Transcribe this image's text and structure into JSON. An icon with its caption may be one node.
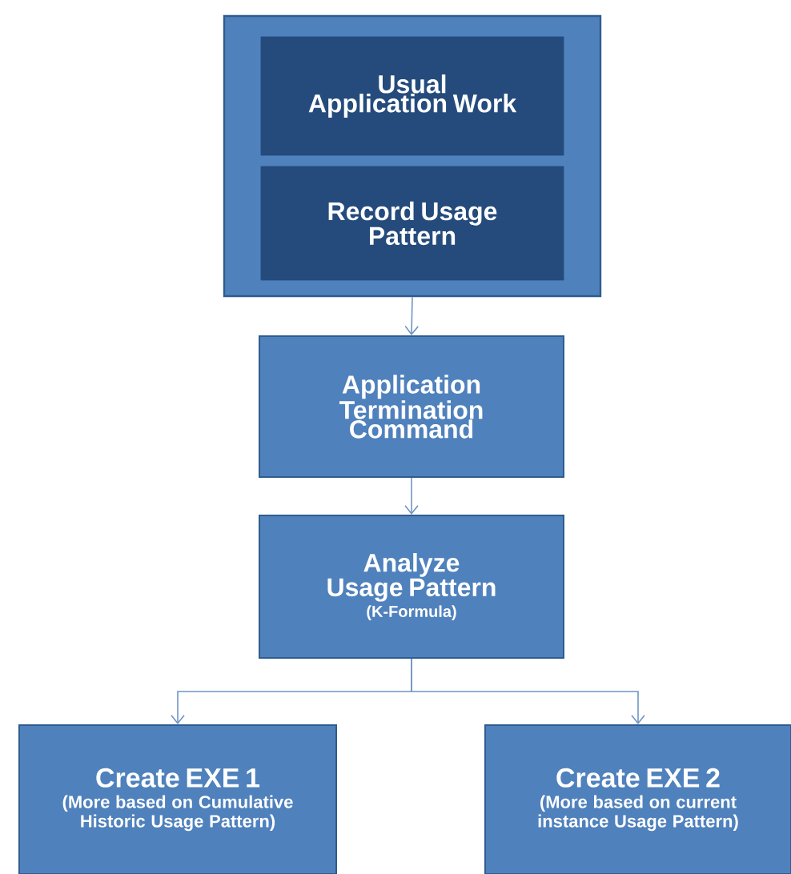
{
  "diagram": {
    "nodes": [
      {
        "text": [],
        "shape": "box"
      },
      {
        "text": [
          "**Usual** Application Work"
        ],
        "in": 0
      },
      {
        "text": [
          "Record Usage Pattern"
        ],
        "in": 0
      },
      {
        "text": [
          "Application Termination Command"
        ]
      },
      {
        "text": [
          "Analyze Usage Pattern",
          "(K-Formula)"
        ]
      },
      {
        "text": [
          "Create EXE 1",
          "(More based on Cumulative Historic Usage Pattern)"
        ]
      },
      {
        "text": [
          "Create EXE 2",
          "(More based on current instance Usage Pattern)"
        ]
      }
    ],
    "edges": [
      {
        "from": 0,
        "to": 3,
        "arrow": "to"
      },
      {
        "from": 3,
        "to": 4,
        "arrow": "to"
      },
      {
        "from": 4,
        "to": 5,
        "arrow": "to"
      },
      {
        "from": 4,
        "to": 6,
        "arrow": "to"
      }
    ]
  }
}
